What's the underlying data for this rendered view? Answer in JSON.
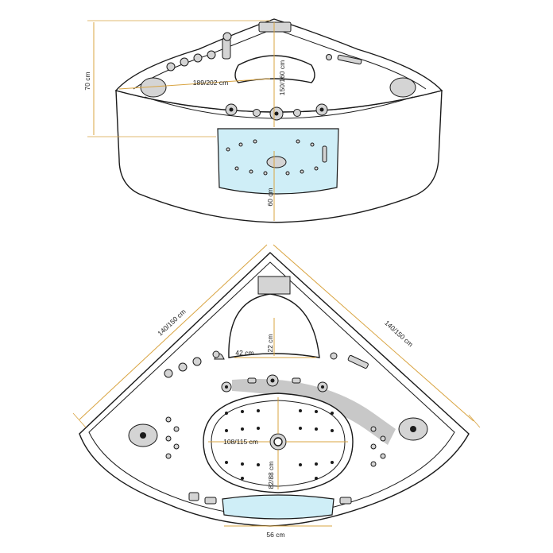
{
  "colors": {
    "dimension_line": "#d9a441",
    "outline": "#1a1a1a",
    "water": "#cfeef7",
    "background": "#ffffff"
  },
  "dimensions": {
    "height": "70 cm",
    "length_side": "189/202 cm",
    "depth": "150/160 cm",
    "front_window": "60 cm",
    "left_edge": "140/150 cm",
    "right_edge": "140/150 cm",
    "seat_width": "42 cm",
    "seat_depth": "22 cm",
    "basin_length": "108/115 cm",
    "basin_width": "82/88 cm",
    "step_width": "56 cm"
  }
}
